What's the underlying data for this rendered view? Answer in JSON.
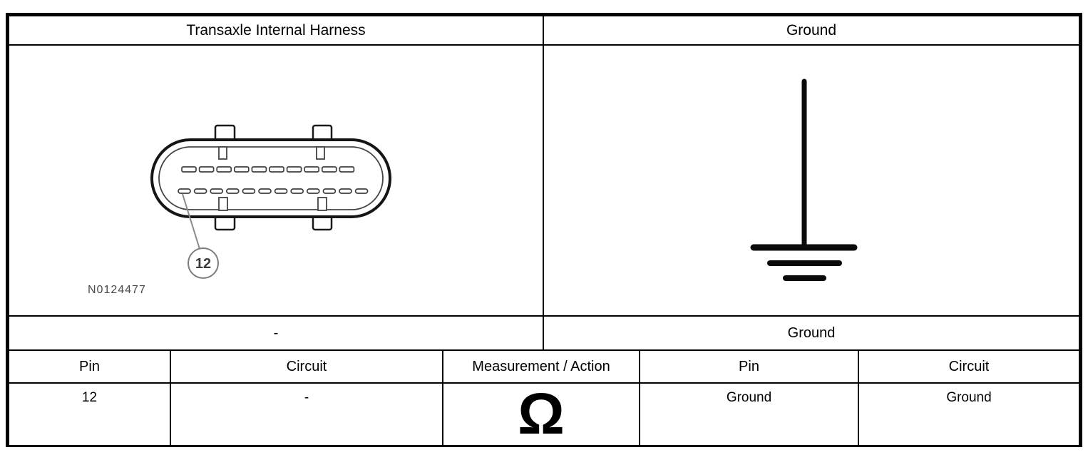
{
  "panels": {
    "left": {
      "title": "Transaxle Internal Harness",
      "sub_label": "-",
      "connector": {
        "part_number": "N0124477",
        "callout_pin": "12",
        "top_pin_count": 10,
        "bottom_pin_count": 12
      }
    },
    "right": {
      "title": "Ground",
      "sub_label": "Ground",
      "symbol": "earth-ground-symbol"
    }
  },
  "measurement_table": {
    "headers": [
      "Pin",
      "Circuit",
      "Measurement / Action",
      "Pin",
      "Circuit"
    ],
    "rows": [
      {
        "pin": "12",
        "circuit": "-",
        "measurement": "Ω",
        "pin2": "Ground",
        "circuit2": "Ground"
      }
    ]
  },
  "colors": {
    "border": "#000000",
    "background": "#ffffff",
    "callout_gray": "#7d7d7d",
    "diagram_line": "#1a1a1a"
  }
}
